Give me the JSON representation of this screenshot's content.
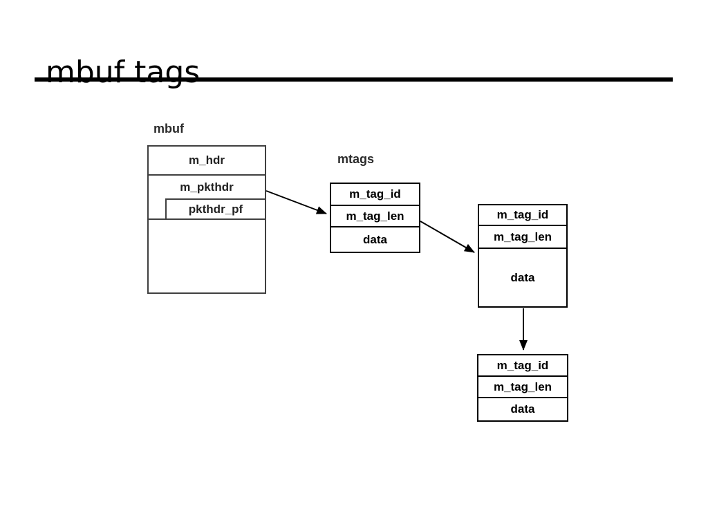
{
  "slide": {
    "title": "mbuf tags"
  },
  "diagram": {
    "mbuf": {
      "label": "mbuf",
      "row_m_hdr": "m_hdr",
      "row_m_pkthdr": "m_pkthdr",
      "row_pkthdr_pf": "pkthdr_pf"
    },
    "mtags_label": "mtags",
    "tags": [
      {
        "rows": [
          "m_tag_id",
          "m_tag_len",
          "data"
        ]
      },
      {
        "rows": [
          "m_tag_id",
          "m_tag_len",
          "data"
        ]
      },
      {
        "rows": [
          "m_tag_id",
          "m_tag_len",
          "data"
        ]
      }
    ]
  },
  "colors": {
    "background": "#ffffff",
    "title_text": "#000000",
    "title_rule": "#000000",
    "mbuf_line": "#3f3f3f",
    "tag_line": "#000000",
    "arrow": "#000000"
  }
}
